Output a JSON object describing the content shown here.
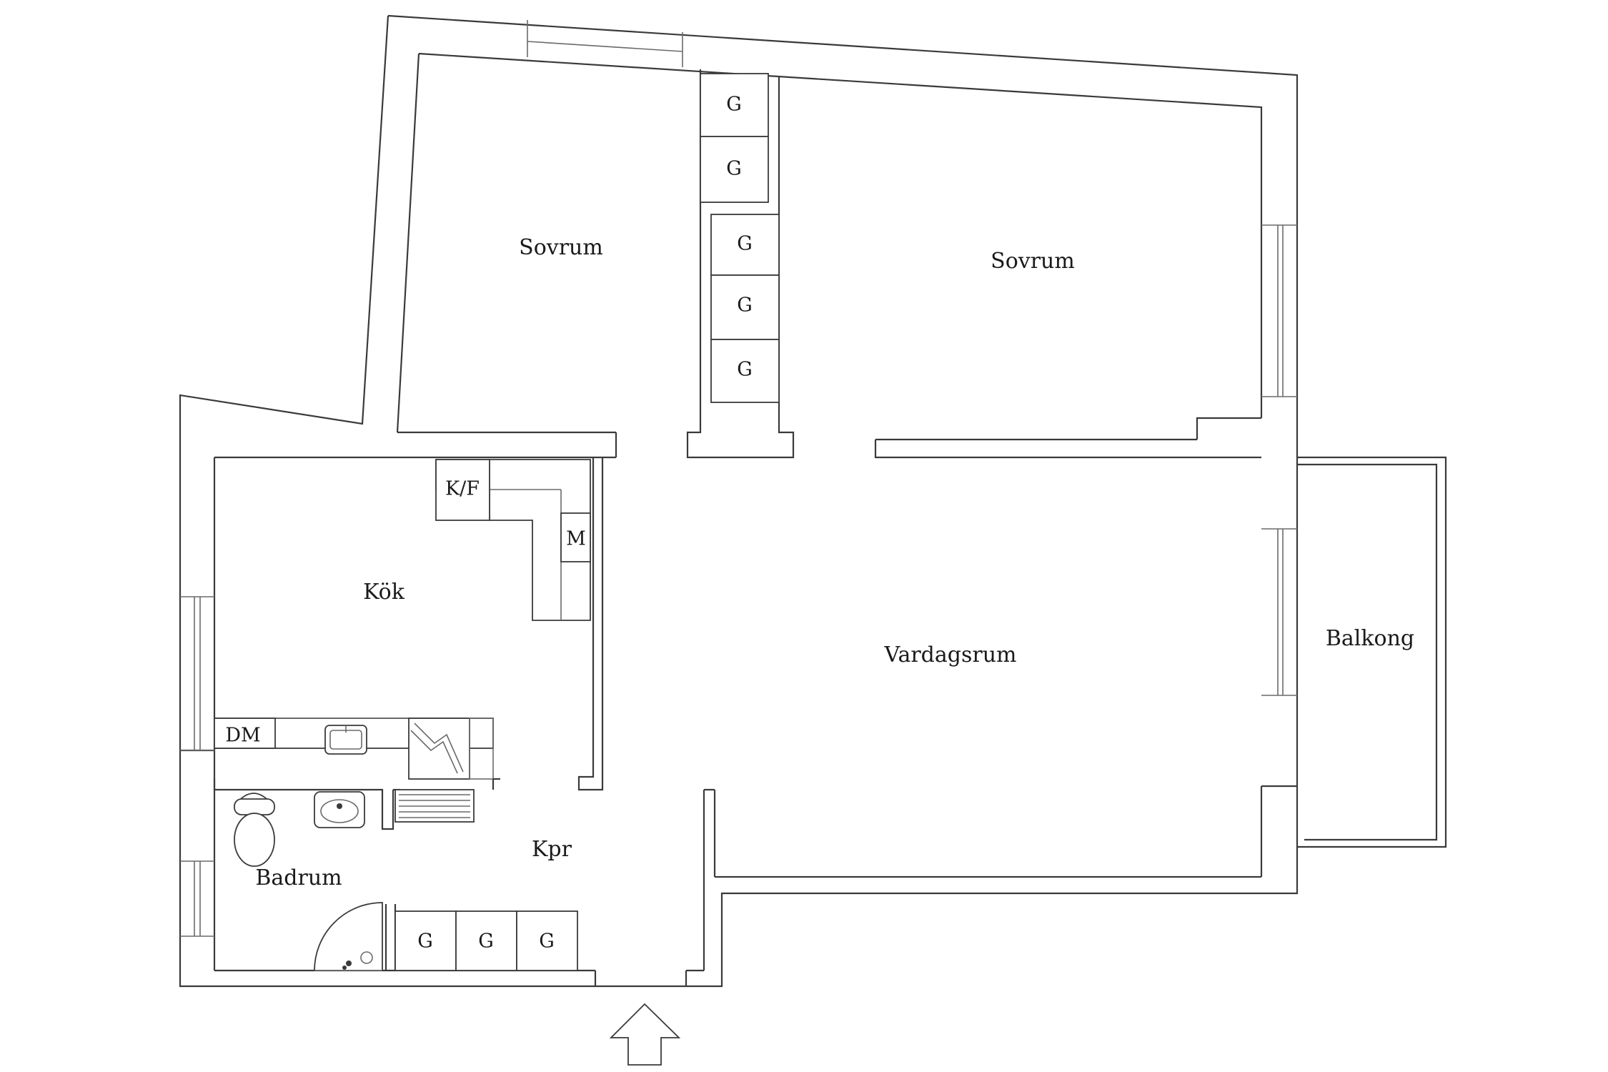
{
  "rooms": {
    "bedroom_1": "Sovrum",
    "bedroom_2": "Sovrum",
    "kitchen": "Kök",
    "living_room": "Vardagsrum",
    "balcony": "Balkong",
    "hallway": "Kpr",
    "bathroom": "Badrum"
  },
  "fixtures": {
    "wardrobe": "G",
    "fridge_freezer": "K/F",
    "microwave": "M",
    "dishwasher": "DM"
  },
  "icons": [
    "entrance-arrow-icon",
    "toilet-icon",
    "washbasin-icon",
    "sink-icon",
    "stove-icon",
    "shower-icon",
    "radiator-icon"
  ],
  "colors": {
    "line": "#3a3a3a",
    "background": "#ffffff"
  }
}
